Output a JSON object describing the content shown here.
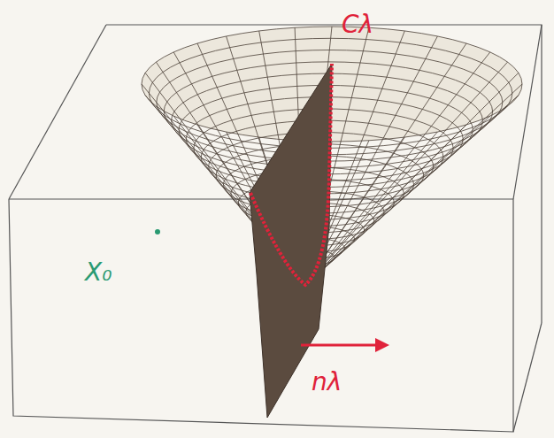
{
  "diagram": {
    "labels": [
      "Cλ",
      "X₀",
      "nλ"
    ]
  }
}
